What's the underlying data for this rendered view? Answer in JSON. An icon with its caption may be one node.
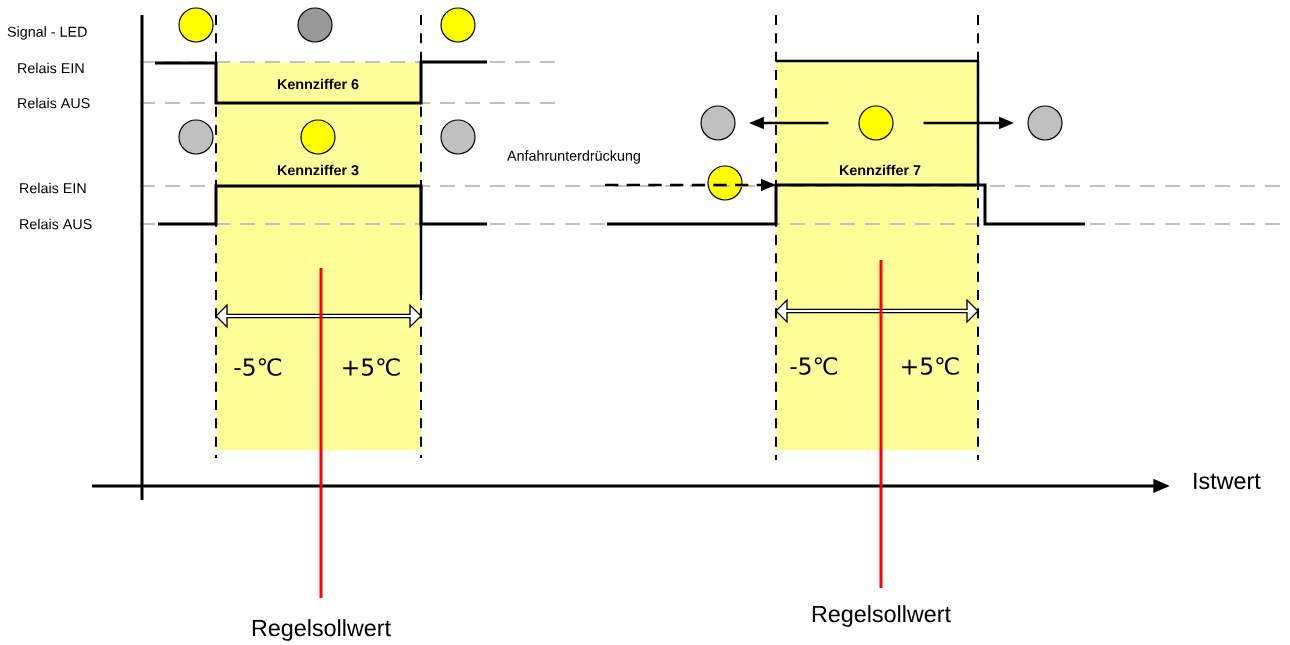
{
  "diagram": {
    "nodes": [
      {
        "text": [
          "Kennziffer 6",
          "Kennziffer 3",
          "-5℃",
          "+5℃"
        ]
      },
      {
        "text": [
          "Kennziffer 7",
          "-5℃",
          "+5℃"
        ]
      },
      {
        "text": [],
        "shape": "circle",
        "in": 1
      },
      {
        "text": [],
        "shape": "circle"
      },
      {
        "text": [],
        "shape": "circle"
      },
      {
        "text": [],
        "shape": "circle"
      },
      {
        "text": [],
        "shape": "circle"
      },
      {
        "text": [],
        "shape": "circle"
      },
      {
        "text": [],
        "shape": "circle"
      },
      {
        "text": [],
        "shape": "circle",
        "in": 0
      },
      {
        "text": [],
        "shape": "circle"
      },
      {
        "text": [],
        "shape": "circle"
      }
    ],
    "edges": [
      {
        "from": 2,
        "to": 3,
        "arrow": "to"
      },
      {
        "from": 2,
        "to": 4,
        "arrow": "to"
      },
      {
        "from": null,
        "to": 1,
        "arrow": "to",
        "style": "dashed"
      }
    ],
    "labels": [
      "Signal - LED",
      "Relais EIN",
      "Relais AUS",
      "Anfahrunterdrückung",
      "Relais EIN",
      "Relais AUS",
      "Istwert",
      "Regelsollwert",
      "Regelsollwert"
    ]
  }
}
